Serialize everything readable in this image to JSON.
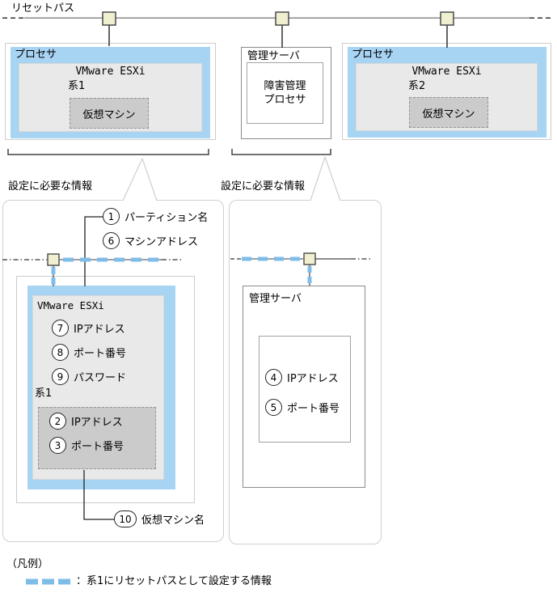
{
  "colors": {
    "partition_blue": "#a8d4f4",
    "reset_path_blue": "#7fbde9",
    "connector_fill": "#f0efd0",
    "vm_gray": "#cbcbcb",
    "panel_gray": "#e9e9e9"
  },
  "reset_path": {
    "label": "リセットパス"
  },
  "top_row": {
    "processor1": {
      "title": "プロセサ",
      "platform": "VMware ESXi",
      "system": "系1",
      "vm": "仮想マシン"
    },
    "mgmt_server": {
      "title": "管理サーバ",
      "process_line1": "障害管理",
      "process_line2": "プロセサ"
    },
    "processor2": {
      "title": "プロセサ",
      "platform": "VMware ESXi",
      "system": "系2",
      "vm": "仮想マシン"
    }
  },
  "detail_left": {
    "info_label": "設定に必要な情報",
    "partition_callouts": [
      {
        "num": "1",
        "label": "パーティション名"
      },
      {
        "num": "6",
        "label": "マシンアドレス"
      }
    ],
    "platform": "VMware ESXi",
    "esxi_callouts": [
      {
        "num": "7",
        "label": "IPアドレス"
      },
      {
        "num": "8",
        "label": "ポート番号"
      },
      {
        "num": "9",
        "label": "パスワード"
      }
    ],
    "system": "系1",
    "vm_callouts": [
      {
        "num": "2",
        "label": "IPアドレス"
      },
      {
        "num": "3",
        "label": "ポート番号"
      }
    ],
    "vm_name_callout": {
      "num": "10",
      "label": "仮想マシン名"
    }
  },
  "detail_right": {
    "info_label": "設定に必要な情報",
    "server_title": "管理サーバ",
    "callouts": [
      {
        "num": "4",
        "label": "IPアドレス"
      },
      {
        "num": "5",
        "label": "ポート番号"
      }
    ]
  },
  "legend": {
    "title": "（凡例）",
    "reset_entry_label": "：系1にリセットパスとして設定する情報"
  }
}
